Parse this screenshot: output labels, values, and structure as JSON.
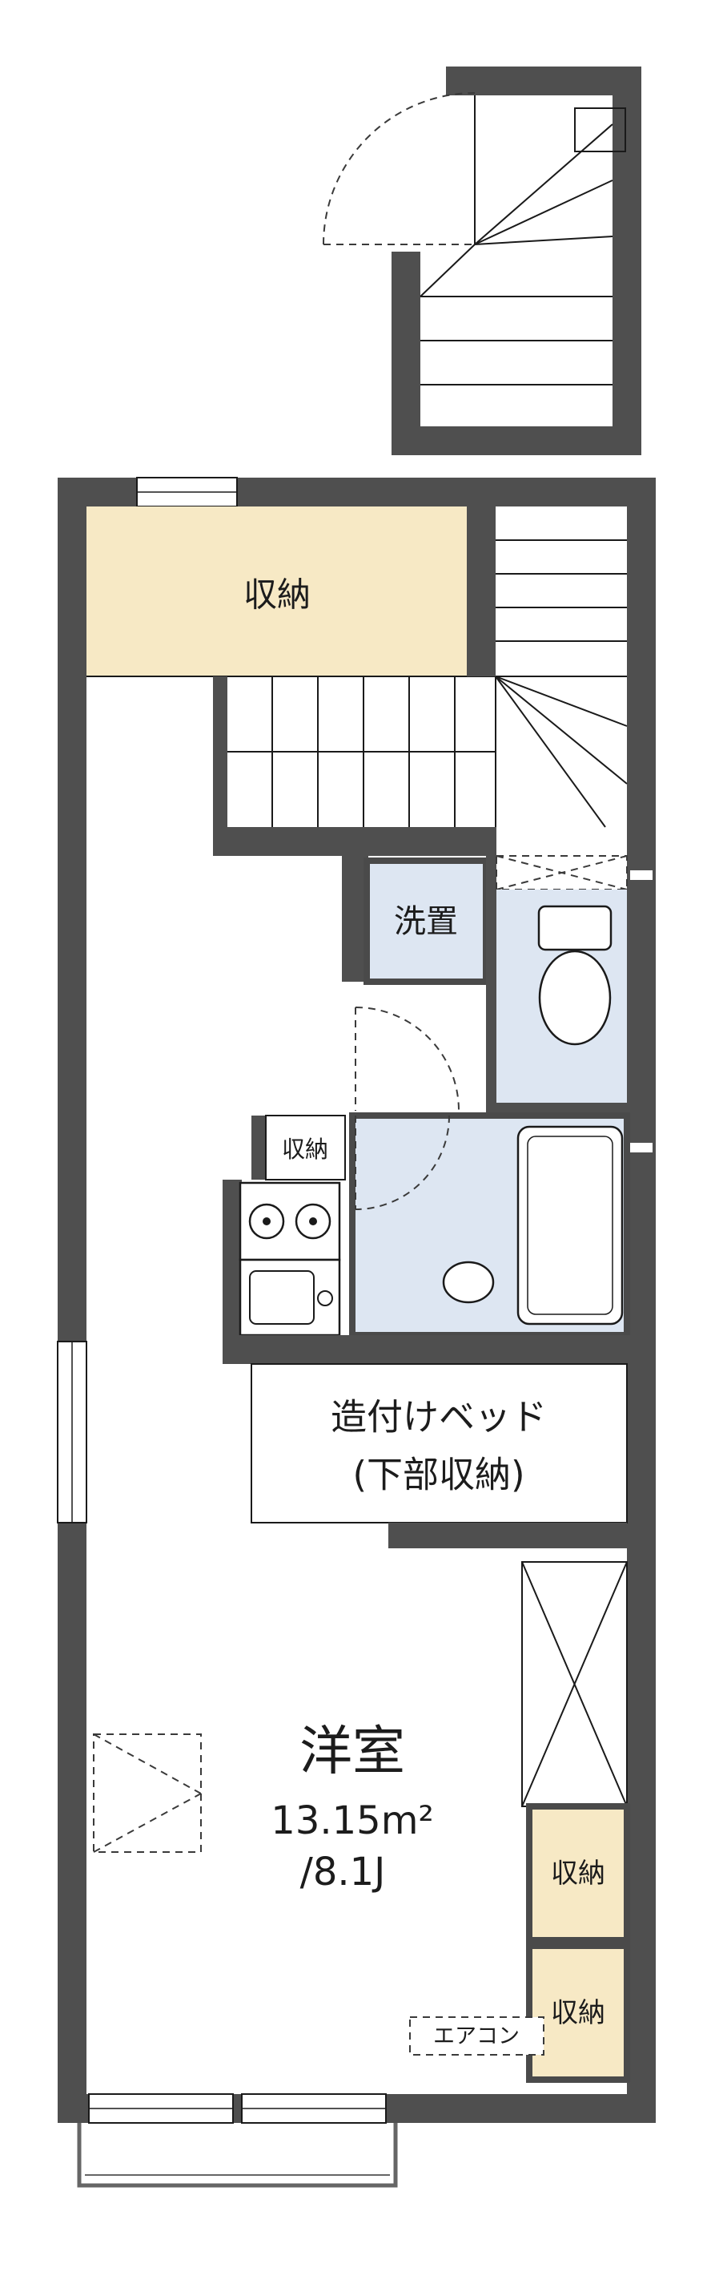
{
  "floorplan": {
    "labels": {
      "storage_top": "収納",
      "washer": "洗置",
      "storage_small": "収納",
      "bed_line1": "造付けベッド",
      "bed_line2": "(下部収納)",
      "room_name": "洋室",
      "room_area": "13.15m²",
      "room_tatami": "/8.1J",
      "storage_right_top": "収納",
      "storage_right_bottom": "収納",
      "aircon": "エアコン"
    },
    "colors": {
      "wall": "#4f4f4f",
      "storage_fill": "#f7e9c5",
      "wet_area_fill": "#dde6f2",
      "line": "#1a1a1a",
      "background": "#ffffff"
    }
  }
}
